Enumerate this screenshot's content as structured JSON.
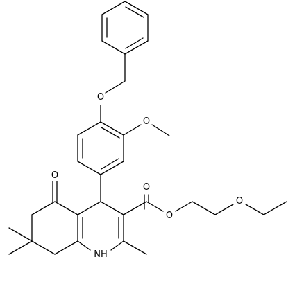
{
  "molecule": {
    "atom_labels": {
      "benzyloxy_oxygen": "O",
      "methoxy_oxygen": "O",
      "ketone_oxygen": "O",
      "ester_ether_oxygen": "O",
      "ester_carbonyl_oxygen": "O",
      "ethoxy_oxygen": "O",
      "ring_nitrogen": "NH"
    },
    "colors": {
      "bond": "#000000",
      "background": "#ffffff"
    }
  }
}
